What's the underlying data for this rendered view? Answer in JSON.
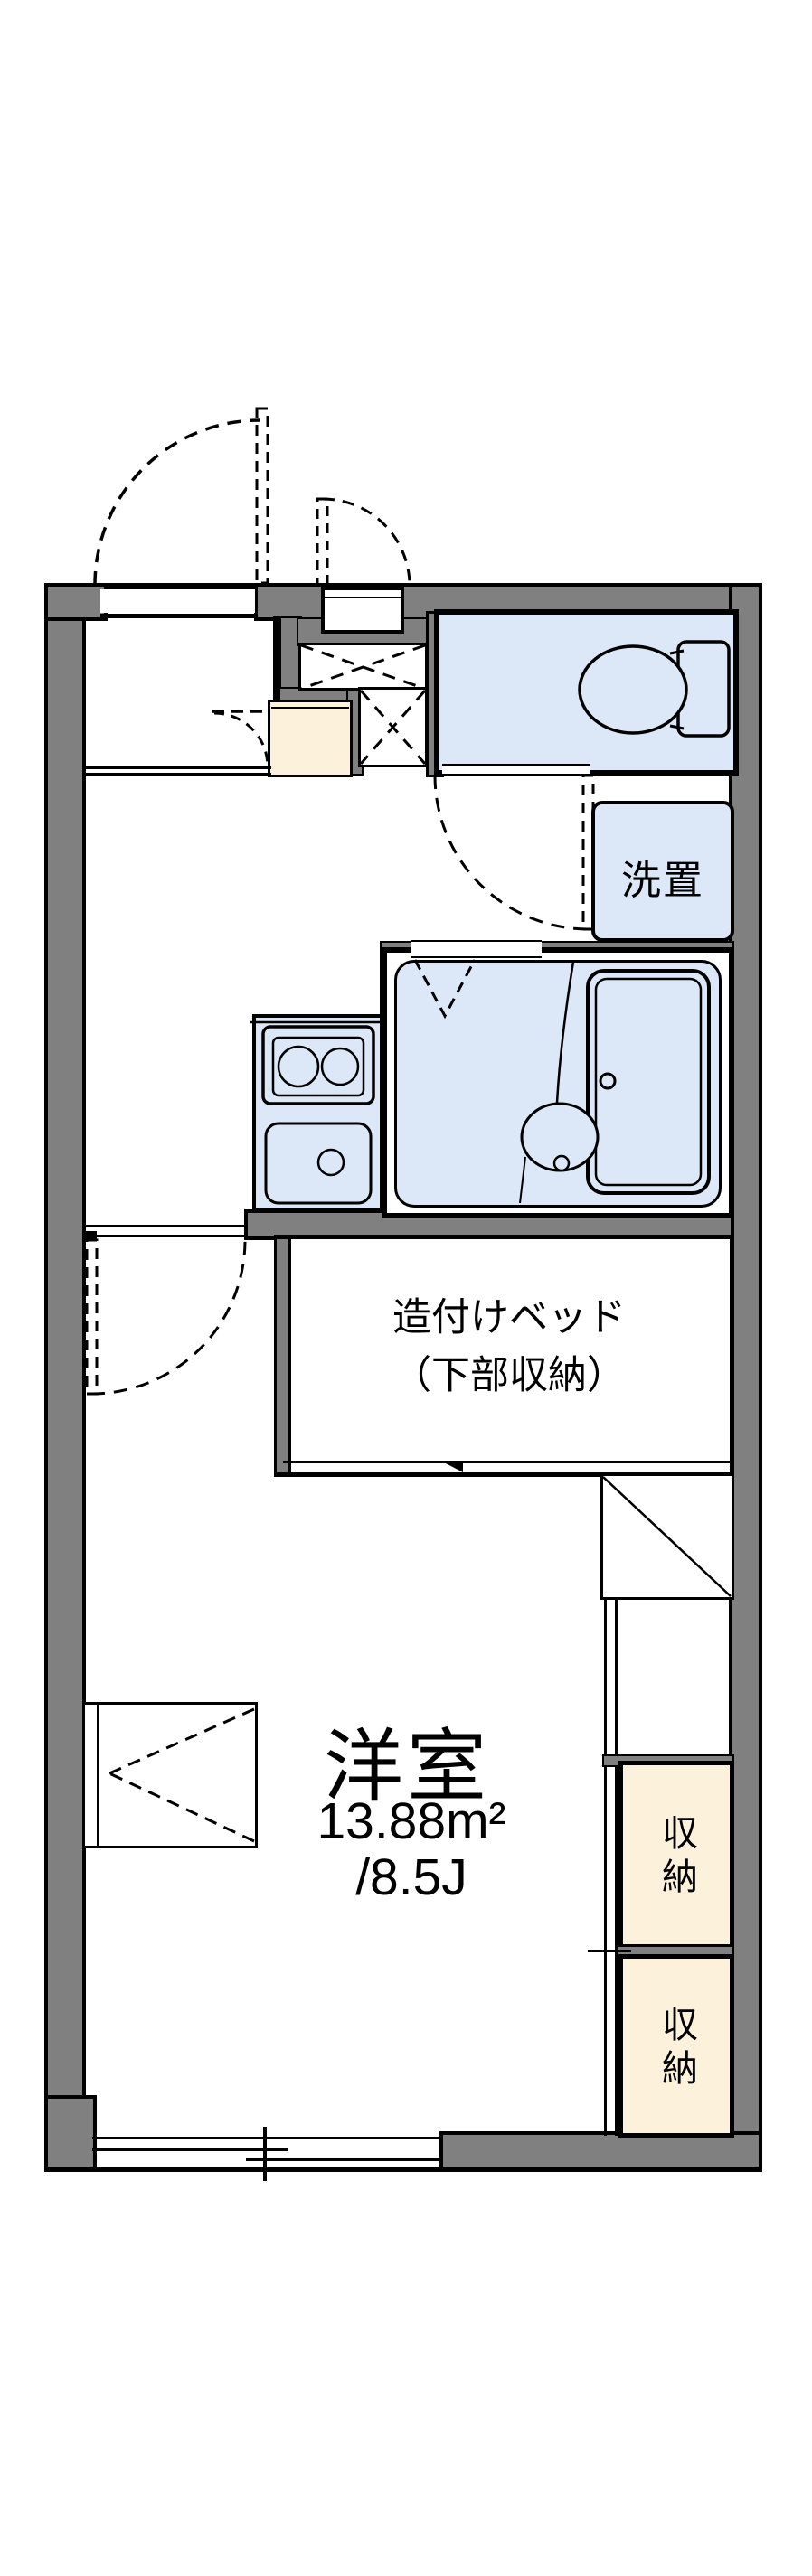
{
  "floor_plan": {
    "main_room": {
      "name": "洋室",
      "area_sqm": "13.88m²",
      "area_jo": "/8.5J"
    },
    "bed": {
      "line1": "造付けベッド",
      "line2": "（下部収納）"
    },
    "washer_label": "洗置",
    "storage_labels": [
      "収納",
      "収納"
    ],
    "colors": {
      "wall_gray": "#808080",
      "water_blue": "#dce7f7",
      "floor_cream": "#fcf2dc",
      "line_black": "#000000",
      "background": "#ffffff"
    }
  }
}
